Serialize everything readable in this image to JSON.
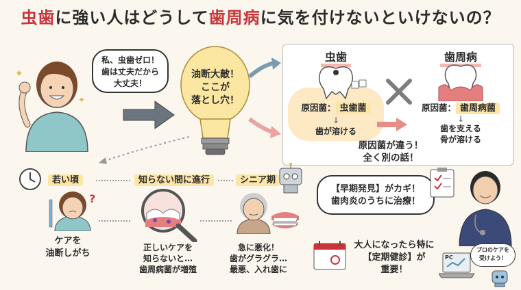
{
  "title": {
    "part1": "虫歯",
    "part2": "に強い人はどうして",
    "part3": "歯周病",
    "part4": "に気を付けないといけないの？"
  },
  "woman_bubble": {
    "line1": "私、虫歯ゼロ！",
    "line2": "歯は丈夫だから",
    "line3": "大丈夫！"
  },
  "bulb": {
    "line1": "油断大敵！",
    "line2": "ここが",
    "line3": "落とし穴！"
  },
  "cavity_panel": {
    "title": "虫歯",
    "cause_label": "原因菌：",
    "cause": "虫歯菌",
    "result": "歯が溶ける"
  },
  "perio_panel": {
    "title": "歯周病",
    "cause_label": "原因菌：",
    "cause": "歯周病菌",
    "result_line1": "歯を支える",
    "result_line2": "骨が溶ける"
  },
  "compare_note": {
    "line1": "原因菌が違う！",
    "line2": "全く別の話！"
  },
  "timeline": {
    "stage1": "若い頃",
    "stage2": "知らない間に進行",
    "stage3": "シニア期",
    "caption1_line1": "ケアを",
    "caption1_line2": "油断しがち",
    "caption2_line1": "正しいケアを",
    "caption2_line2": "知らないと…",
    "caption2_line3": "歯周病菌が増殖",
    "caption3_line1": "急に悪化！",
    "caption3_line2": "歯がグラグラ…",
    "caption3_line3": "最悪、入れ歯に"
  },
  "doctor_bubble": {
    "line1": "【早期発見】がカギ！",
    "line2": "歯肉炎のうちに治療！"
  },
  "checkup_note": {
    "line1": "大人になったら特に",
    "line2": "【定期健診】が",
    "line3": "重要！"
  },
  "robot_bubble": {
    "line1": "プロのケアを",
    "line2": "受けよう！"
  },
  "laptop_label": "PC",
  "colors": {
    "accent_red": "#c9343a",
    "highlight_yellow": "#fde5a8",
    "panel_border": "#bbbbbb"
  }
}
